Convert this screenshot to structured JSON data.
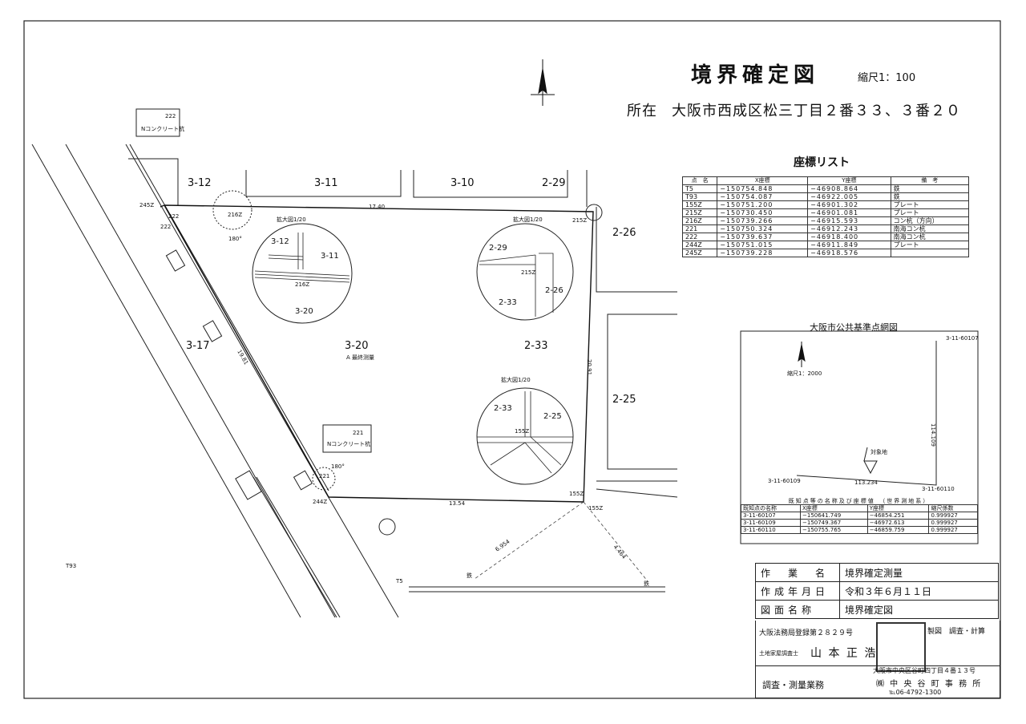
{
  "title": "境界確定図",
  "scale": "縮尺1：100",
  "location_label": "所在",
  "location": "大阪市西成区松三丁目２番３３、３番２０",
  "blocks": {
    "b312": "3-12",
    "b311": "3-11",
    "b310": "3-10",
    "b229": "2-29",
    "b226": "2-26",
    "b225": "2-25",
    "b317": "3-17",
    "b320": "3-20",
    "b233": "2-33"
  },
  "plan_marks": {
    "m222": "222",
    "conc222": "Nコンクリート杭",
    "m221": "221",
    "conc221": "Nコンクリート杭",
    "m245": "245Z",
    "m244": "244Z",
    "m216": "216Z",
    "m215": "215Z",
    "m155": "155Z",
    "mT5": "T5",
    "mT93": "T93",
    "d1": "17.40",
    "d2": "13.54",
    "d3": "19.81",
    "d4": "6.954",
    "d5": "4.464",
    "d6": "20.91",
    "a1": "180°",
    "a2": "180°",
    "zoom": "拡大図1/20",
    "survey": "A 最終测量",
    "iron": "鉄",
    "d216": "216Z",
    "d155": "155Z"
  },
  "coord_list": {
    "title": "座標リスト",
    "headers": [
      "点　名",
      "X座標",
      "Y座標",
      "備　考"
    ],
    "rows": [
      [
        "T5",
        "−150754.848",
        "−46908.864",
        "鉄"
      ],
      [
        "T93",
        "−150754.087",
        "−46922.005",
        "鉄"
      ],
      [
        "155Z",
        "−150751.200",
        "−46901.302",
        "プレート"
      ],
      [
        "215Z",
        "−150730.450",
        "−46901.081",
        "プレート"
      ],
      [
        "216Z",
        "−150739.266",
        "−46915.593",
        "コン杭（方向）"
      ],
      [
        "221",
        "−150750.324",
        "−46912.243",
        "南海コン杭"
      ],
      [
        "222",
        "−150739.637",
        "−46918.400",
        "南海コン杭"
      ],
      [
        "244Z",
        "−150751.015",
        "−46911.849",
        "プレート"
      ],
      [
        "245Z",
        "−150739.228",
        "−46918.576",
        ""
      ]
    ]
  },
  "benchmark": {
    "title": "大阪市公共基準点網図",
    "scale": "縮尺1：2000",
    "p1": "3-11-60107",
    "p2": "3-11-60109",
    "p3": "3-11-60110",
    "d1": "114.109",
    "d2": "113.234",
    "target": "対象地",
    "caption": "既知点等の名称及び座標値　（世界測地系）",
    "headers": [
      "既知点の名称",
      "X座標",
      "Y座標",
      "縮尺係数"
    ],
    "rows": [
      [
        "3-11-60107",
        "−150641.749",
        "−46854.251",
        "0.999927"
      ],
      [
        "3-11-60109",
        "−150749.367",
        "−46972.613",
        "0.999927"
      ],
      [
        "3-11-60110",
        "−150755.765",
        "−46859.759",
        "0.999927"
      ]
    ]
  },
  "title_block": {
    "rows": [
      [
        "作　業　名",
        "境界確定測量"
      ],
      [
        "作成年月日",
        "令和３年６月１１日"
      ],
      [
        "図面名称",
        "境界確定図"
      ]
    ],
    "reg": "大阪法務局登録第２８２９号",
    "surveyor_role": "土地家屋調査士",
    "surveyor": "山 本 正 浩",
    "roles": "製図　調査・計算",
    "work": "調査・測量業務",
    "address": "大阪市中央区谷町四丁目４番１３号",
    "office": "㈱ 中 央 谷 町 事 務 所",
    "tel": "℡06-4792-1300"
  }
}
